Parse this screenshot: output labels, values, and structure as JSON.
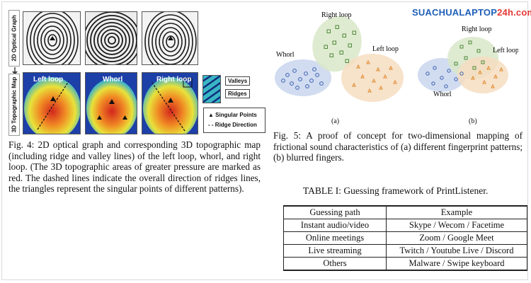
{
  "brand": {
    "name_part1": "SUACHUALAPTOP",
    "name_part2": "24h.com"
  },
  "figure4": {
    "row_label_top": "2D Optical Graph",
    "row_label_bottom": "3D Topographic Map",
    "panel_labels": [
      "Left loop",
      "Whorl",
      "Right loop"
    ],
    "legend": {
      "valleys": "Valleys",
      "ridges": "Ridges",
      "singular_points": "Singular Points",
      "ridge_direction": "Ridge Direction"
    },
    "caption": "Fig. 4:  2D optical graph and corresponding 3D topographic map (including ridge and valley lines) of the left loop, whorl, and right loop. (The 3D topographic areas of greater pressure are marked as red. The dashed lines indicate the overall direction of ridges lines, the triangles represent the singular points of different patterns)."
  },
  "figure5": {
    "scatter_a": {
      "labels": {
        "right_loop": "Right loop",
        "left_loop": "Left loop",
        "whorl": "Whorl"
      },
      "sublabel": "(a)"
    },
    "scatter_b": {
      "labels": {
        "right_loop": "Right loop",
        "left_loop": "Left loop",
        "whorl": "Whorl"
      },
      "sublabel": "(b)"
    },
    "caption": "Fig. 5: A proof of concept for two-dimensional mapping of frictional sound characteristics of (a) different fingerprint patterns; (b) blurred fingers."
  },
  "table": {
    "title": "TABLE I: Guessing framework of PrintListener.",
    "headers": [
      "Guessing path",
      "Example"
    ],
    "rows": [
      [
        "Instant audio/video",
        "Skype / Wecom / Facetime"
      ],
      [
        "Online meetings",
        "Zoom / Google Meet"
      ],
      [
        "Live streaming",
        "Twitch / Youtube Live / Discord"
      ],
      [
        "Others",
        "Malware / Swipe keyboard"
      ]
    ]
  },
  "colors": {
    "brand_blue": "#1f5fb8",
    "brand_red": "#e53935",
    "whorl": "#3a5fb0",
    "right_loop": "#4f8a3a",
    "left_loop": "#e08a2e"
  }
}
